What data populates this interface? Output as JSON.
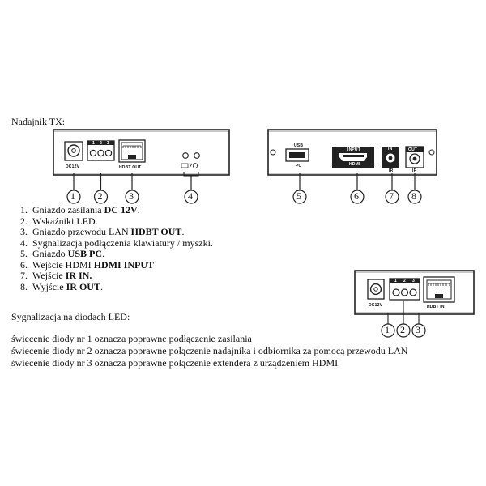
{
  "heading": "Nadajnik TX:",
  "panels": {
    "front": {
      "dc_label": "DC12V",
      "led_numbers": [
        "1",
        "2",
        "3"
      ],
      "hdbt_label": "HDBT OUT"
    },
    "back": {
      "usb_top": "USB",
      "usb_bottom": "PC",
      "hdmi_top": "INPUT",
      "hdmi_bottom": "HDMI",
      "ir_in_top": "IN",
      "ir_in_bottom": "IR",
      "ir_out_top": "OUT",
      "ir_out_bottom": "IR"
    },
    "rx": {
      "dc_label": "DC12V",
      "led_numbers": [
        "1",
        "2",
        "3"
      ],
      "hdbt_label": "HDBT IN"
    }
  },
  "callouts": [
    "1",
    "2",
    "3",
    "4",
    "5",
    "6",
    "7",
    "8"
  ],
  "rx_callouts": [
    "1",
    "2",
    "3"
  ],
  "legend": [
    {
      "num": "1.",
      "pre": "Gniazdo zasilania ",
      "bold": "DC 12V",
      "post": "."
    },
    {
      "num": "2.",
      "pre": "Wskaźniki LED.",
      "bold": "",
      "post": ""
    },
    {
      "num": "3.",
      "pre": "Gniazdo przewodu LAN ",
      "bold": "HDBT OUT",
      "post": "."
    },
    {
      "num": "4.",
      "pre": "Sygnalizacja podłączenia klawiatury / myszki.",
      "bold": "",
      "post": ""
    },
    {
      "num": "5.",
      "pre": "Gniazdo ",
      "bold": "USB PC",
      "post": "."
    },
    {
      "num": "6.",
      "pre": "Wejście HDMI ",
      "bold": "HDMI INPUT",
      "post": ""
    },
    {
      "num": "7.",
      "pre": "Wejście ",
      "bold": "IR IN.",
      "post": ""
    },
    {
      "num": "8.",
      "pre": "Wyjście ",
      "bold": "IR OUT",
      "post": "."
    }
  ],
  "led_heading": "Sygnalizacja na diodach LED:",
  "led_lines": [
    "świecenie diody nr 1 oznacza poprawne podłączenie zasilania",
    "świecenie diody nr 2 oznacza poprawne połączenie nadajnika i odbiornika za pomocą przewodu LAN",
    "świecenie diody nr 3 oznacza poprawne połączenie extendera z urządzeniem  HDMI"
  ]
}
